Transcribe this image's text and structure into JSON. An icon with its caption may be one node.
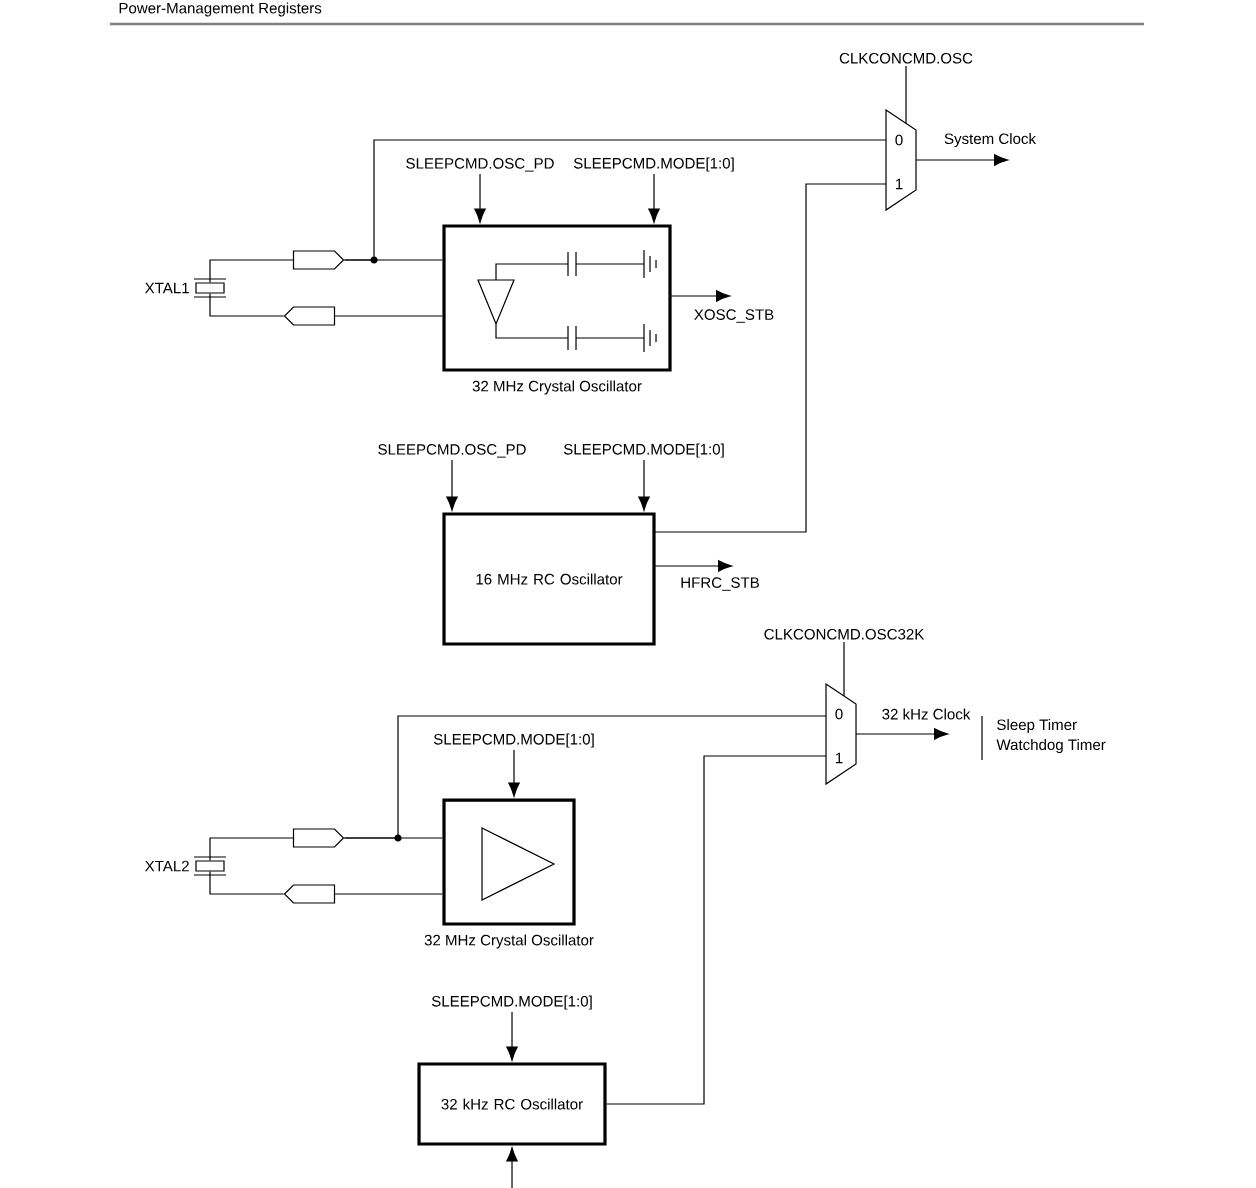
{
  "diagram": {
    "nodes": [
      {
        "text": [],
        "shape": "crystal",
        "beside": [
          "XTAL1"
        ]
      },
      {
        "text": [],
        "shape": "buffer"
      },
      {
        "text": [],
        "shape": "buffer"
      },
      {
        "text": [
          "32 MHz Crystal Oscillator"
        ]
      },
      {
        "text": [
          "0",
          "1"
        ]
      },
      {
        "text": [
          "16 MHz RC Oscillator"
        ]
      },
      {
        "text": [],
        "shape": "crystal",
        "beside": [
          "XTAL2"
        ]
      },
      {
        "text": [],
        "shape": "buffer"
      },
      {
        "text": [],
        "shape": "buffer"
      },
      {
        "text": [
          "32 MHz Crystal Oscillator"
        ]
      },
      {
        "text": [
          "0",
          "1"
        ]
      },
      {
        "text": [
          "32 kHz RC Oscillator"
        ]
      },
      {
        "text": [
          "CLKCONCMD.OSC"
        ]
      },
      {
        "text": [
          "SLEEPCMD.OSC_PD"
        ]
      },
      {
        "text": [
          "SLEEPCMD.MODE[1:0]"
        ]
      },
      {
        "text": [
          "SLEEPCMD.OSC_PD"
        ]
      },
      {
        "text": [
          "SLEEPCMD.MODE[1:0]"
        ]
      },
      {
        "text": [
          "CLKCONCMD.OSC32K"
        ]
      },
      {
        "text": [
          "SLEEPCMD.MODE[1:0]"
        ]
      },
      {
        "text": [
          "SLEEPCMD.MODE[1:0]"
        ]
      }
    ],
    "edges": [
      {
        "from": 0,
        "to": 1,
        "arrow": "none"
      },
      {
        "from": 1,
        "to": 3,
        "arrow": "none"
      },
      {
        "from": 1,
        "to": 4,
        "arrow": "none"
      },
      {
        "from": 3,
        "to": 2,
        "arrow": "none"
      },
      {
        "from": 2,
        "to": 0,
        "arrow": "none"
      },
      {
        "from": 12,
        "to": 4,
        "arrow": "none"
      },
      {
        "from": 13,
        "to": 3,
        "arrow": "to"
      },
      {
        "from": 14,
        "to": 3,
        "arrow": "to"
      },
      {
        "from": 4,
        "to": null,
        "arrow": "to",
        "label": "System Clock"
      },
      {
        "from": 3,
        "to": null,
        "arrow": "to",
        "label": "XOSC_STB"
      },
      {
        "from": 15,
        "to": 5,
        "arrow": "to"
      },
      {
        "from": 16,
        "to": 5,
        "arrow": "to"
      },
      {
        "from": 5,
        "to": 4,
        "arrow": "none"
      },
      {
        "from": 5,
        "to": null,
        "arrow": "to",
        "label": "HFRC_STB"
      },
      {
        "from": 17,
        "to": 10,
        "arrow": "none"
      },
      {
        "from": 10,
        "to": null,
        "arrow": "to",
        "label": "32 kHz Clock"
      },
      {
        "from": 6,
        "to": 7,
        "arrow": "none"
      },
      {
        "from": 7,
        "to": 9,
        "arrow": "none"
      },
      {
        "from": 7,
        "to": 10,
        "arrow": "none"
      },
      {
        "from": 9,
        "to": 8,
        "arrow": "none"
      },
      {
        "from": 8,
        "to": 6,
        "arrow": "none"
      },
      {
        "from": 18,
        "to": 9,
        "arrow": "to"
      },
      {
        "from": 19,
        "to": 11,
        "arrow": "to"
      },
      {
        "from": 11,
        "to": 10,
        "arrow": "none"
      },
      {
        "from": null,
        "to": 11,
        "arrow": "to"
      }
    ],
    "labels": [
      "Power-Management Registers",
      "Sleep Timer",
      "Watchdog Timer"
    ]
  }
}
